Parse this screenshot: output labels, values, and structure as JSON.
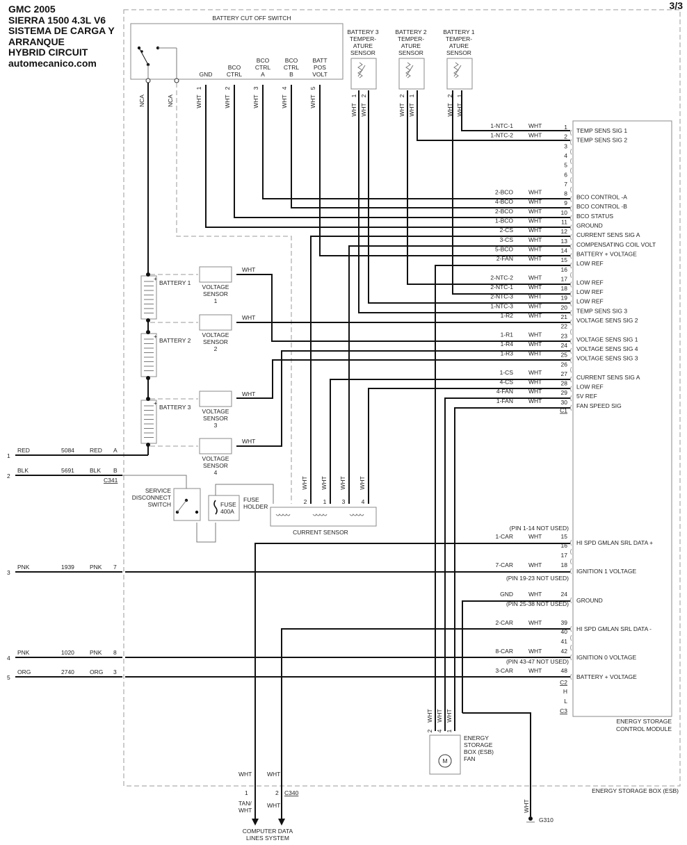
{
  "title": {
    "lines": [
      "GMC 2005",
      "SIERRA 1500 4.3L V6",
      "SISTEMA DE CARGA Y",
      "ARRANQUE",
      "HYBRID CIRCUIT",
      "automecanico.com"
    ],
    "page": "3/3"
  },
  "battery_cutoff_switch": {
    "label": "BATTERY CUT OFF SWITCH",
    "nca_pins": [
      {
        "wire": "NCA"
      },
      {
        "wire": "NCA"
      }
    ],
    "pins": [
      {
        "pin": "1",
        "name": [
          "",
          "",
          "GND"
        ],
        "wire": "WHT"
      },
      {
        "pin": "2",
        "name": [
          "",
          "BCO",
          "CTRL"
        ],
        "wire": "WHT"
      },
      {
        "pin": "3",
        "name": [
          "BCO",
          "CTRL",
          "A"
        ],
        "wire": "WHT"
      },
      {
        "pin": "4",
        "name": [
          "BCO",
          "CTRL",
          "B"
        ],
        "wire": "WHT"
      },
      {
        "pin": "5",
        "name": [
          "BATT",
          "POS",
          "VOLT"
        ],
        "wire": "WHT"
      }
    ]
  },
  "temp_sensors": [
    {
      "label": [
        "BATTERY 3",
        "TEMPER-",
        "ATURE",
        "SENSOR"
      ],
      "pins": [
        "1",
        "2"
      ],
      "wires": [
        "WHT",
        "WHT"
      ]
    },
    {
      "label": [
        "BATTERY 2",
        "TEMPER-",
        "ATURE",
        "SENSOR"
      ],
      "pins": [
        "2",
        "1"
      ],
      "wires": [
        "WHT",
        "WHT"
      ]
    },
    {
      "label": [
        "BATTERY 1",
        "TEMPER-",
        "ATURE",
        "SENSOR"
      ],
      "pins": [
        "2",
        "1"
      ],
      "wires": [
        "WHT",
        "WHT"
      ]
    }
  ],
  "c1_connector": {
    "id": "C1",
    "rows": [
      {
        "pin": "1",
        "circuit": "1-NTC-1",
        "color": "WHT",
        "function": "TEMP SENS SIG 1"
      },
      {
        "pin": "2",
        "circuit": "1-NTC-2",
        "color": "WHT",
        "function": "TEMP SENS SIG 2"
      },
      {
        "pin": "3",
        "circuit": "",
        "color": "",
        "function": ""
      },
      {
        "pin": "4",
        "circuit": "",
        "color": "",
        "function": ""
      },
      {
        "pin": "5",
        "circuit": "",
        "color": "",
        "function": ""
      },
      {
        "pin": "6",
        "circuit": "",
        "color": "",
        "function": ""
      },
      {
        "pin": "7",
        "circuit": "",
        "color": "",
        "function": ""
      },
      {
        "pin": "8",
        "circuit": "2-BCO",
        "color": "WHT",
        "function": "BCO CONTROL -A"
      },
      {
        "pin": "9",
        "circuit": "4-BCO",
        "color": "WHT",
        "function": "BCO CONTROL -B"
      },
      {
        "pin": "10",
        "circuit": "2-BCO",
        "color": "WHT",
        "function": "BCO STATUS"
      },
      {
        "pin": "11",
        "circuit": "1-BCO",
        "color": "WHT",
        "function": "GROUND"
      },
      {
        "pin": "12",
        "circuit": "2-CS",
        "color": "WHT",
        "function": "CURRENT SENS SIG A"
      },
      {
        "pin": "13",
        "circuit": "3-CS",
        "color": "WHT",
        "function": "COMPENSATING COIL VOLT"
      },
      {
        "pin": "14",
        "circuit": "5-BCO",
        "color": "WHT",
        "function": "BATTERY + VOLTAGE"
      },
      {
        "pin": "15",
        "circuit": "2-FAN",
        "color": "WHT",
        "function": "LOW REF"
      },
      {
        "pin": "16",
        "circuit": "",
        "color": "",
        "function": ""
      },
      {
        "pin": "17",
        "circuit": "2-NTC-2",
        "color": "WHT",
        "function": "LOW REF"
      },
      {
        "pin": "18",
        "circuit": "2-NTC-1",
        "color": "WHT",
        "function": "LOW REF"
      },
      {
        "pin": "19",
        "circuit": "2-NTC-3",
        "color": "WHT",
        "function": "LOW REF"
      },
      {
        "pin": "20",
        "circuit": "1-NTC-3",
        "color": "WHT",
        "function": "TEMP SENS SIG 3"
      },
      {
        "pin": "21",
        "circuit": "1-R2",
        "color": "WHT",
        "function": "VOLTAGE SENS SIG 2"
      },
      {
        "pin": "22",
        "circuit": "",
        "color": "",
        "function": ""
      },
      {
        "pin": "23",
        "circuit": "1-R1",
        "color": "WHT",
        "function": "VOLTAGE SENS SIG 1"
      },
      {
        "pin": "24",
        "circuit": "1-R4",
        "color": "WHT",
        "function": "VOLTAGE SENS SIG 4"
      },
      {
        "pin": "25",
        "circuit": "1-R3",
        "color": "WHT",
        "function": "VOLTAGE SENS SIG 3"
      },
      {
        "pin": "26",
        "circuit": "",
        "color": "",
        "function": ""
      },
      {
        "pin": "27",
        "circuit": "1-CS",
        "color": "WHT",
        "function": "CURRENT SENS SIG A"
      },
      {
        "pin": "28",
        "circuit": "4-CS",
        "color": "WHT",
        "function": "LOW REF"
      },
      {
        "pin": "29",
        "circuit": "4-FAN",
        "color": "WHT",
        "function": "5V REF"
      },
      {
        "pin": "30",
        "circuit": "1-FAN",
        "color": "WHT",
        "function": "FAN SPEED SIG"
      }
    ]
  },
  "c2_connector": {
    "id": "C2",
    "notes": [
      "(PIN 1-14 NOT USED)",
      "(PIN 19-23 NOT USED)",
      "(PIN 25-38 NOT USED)",
      "(PIN 43-47 NOT USED)"
    ],
    "rows": [
      {
        "pin": "15",
        "circuit": "1-CAR",
        "color": "WHT",
        "function": "HI SPD GMLAN SRL DATA +"
      },
      {
        "pin": "16",
        "circuit": "",
        "color": "",
        "function": ""
      },
      {
        "pin": "17",
        "circuit": "",
        "color": "",
        "function": ""
      },
      {
        "pin": "18",
        "circuit": "7-CAR",
        "color": "WHT",
        "function": "IGNITION 1 VOLTAGE"
      },
      {
        "pin": "24",
        "circuit": "GND",
        "color": "WHT",
        "function": "GROUND"
      },
      {
        "pin": "39",
        "circuit": "2-CAR",
        "color": "WHT",
        "function": "HI SPD GMLAN SRL DATA -"
      },
      {
        "pin": "40",
        "circuit": "",
        "color": "",
        "function": ""
      },
      {
        "pin": "41",
        "circuit": "",
        "color": "",
        "function": ""
      },
      {
        "pin": "42",
        "circuit": "8-CAR",
        "color": "WHT",
        "function": "IGNITION 0 VOLTAGE"
      },
      {
        "pin": "48",
        "circuit": "3-CAR",
        "color": "WHT",
        "function": "BATTERY + VOLTAGE"
      }
    ]
  },
  "c3_connector": {
    "id": "C3",
    "pins": [
      "H",
      "L"
    ]
  },
  "control_module_label": [
    "ENERGY STORAGE",
    "CONTROL MODULE"
  ],
  "esb_label": "ENERGY STORAGE BOX (ESB)",
  "batteries": [
    {
      "label": "BATTERY 1"
    },
    {
      "label": "BATTERY 2"
    },
    {
      "label": "BATTERY 3"
    }
  ],
  "voltage_sensors": [
    {
      "label": [
        "VOLTAGE",
        "SENSOR",
        "1"
      ],
      "wire": "WHT"
    },
    {
      "label": [
        "VOLTAGE",
        "SENSOR",
        "2"
      ],
      "wire": "WHT"
    },
    {
      "label": [
        "VOLTAGE",
        "SENSOR",
        "3"
      ],
      "wire": "WHT"
    },
    {
      "label": [
        "VOLTAGE",
        "SENSOR",
        "4"
      ],
      "wire": "WHT"
    }
  ],
  "external_lines": [
    {
      "num": "1",
      "color1": "RED",
      "circuit": "5084",
      "color2": "RED",
      "pin": "A"
    },
    {
      "num": "2",
      "color1": "BLK",
      "circuit": "5691",
      "color2": "BLK",
      "pin": "B"
    },
    {
      "num": "3",
      "color1": "PNK",
      "circuit": "1939",
      "color2": "PNK",
      "pin": "7"
    },
    {
      "num": "4",
      "color1": "PNK",
      "circuit": "1020",
      "color2": "PNK",
      "pin": "8"
    },
    {
      "num": "5",
      "color1": "ORG",
      "circuit": "2740",
      "color2": "ORG",
      "pin": "3"
    }
  ],
  "c341_label": "C341",
  "service_switch_label": [
    "SERVICE",
    "DISCONNECT",
    "SWITCH"
  ],
  "fuse": {
    "label": [
      "FUSE",
      "400A"
    ],
    "holder": [
      "FUSE",
      "HOLDER"
    ]
  },
  "current_sensor": {
    "label": "CURRENT SENSOR",
    "pins": [
      "2",
      "1",
      "3",
      "4"
    ],
    "wires": [
      "WHT",
      "WHT",
      "WHT",
      "WHT"
    ]
  },
  "fan": {
    "label": [
      "ENERGY",
      "STORAGE",
      "BOX (ESB)",
      "FAN"
    ],
    "pins": [
      "2",
      "4",
      "1"
    ],
    "wires": [
      "WHT",
      "WHT",
      "WHT"
    ],
    "motor": "M"
  },
  "c340": {
    "id": "C340",
    "pins": [
      "1",
      "2"
    ],
    "upper_wires": [
      "WHT",
      "WHT"
    ],
    "lower_wires": [
      "TAN/\nWHT",
      "WHT"
    ],
    "dest": [
      "COMPUTER DATA",
      "LINES SYSTEM"
    ]
  },
  "ground": {
    "wire": "WHT",
    "id": "G310"
  }
}
